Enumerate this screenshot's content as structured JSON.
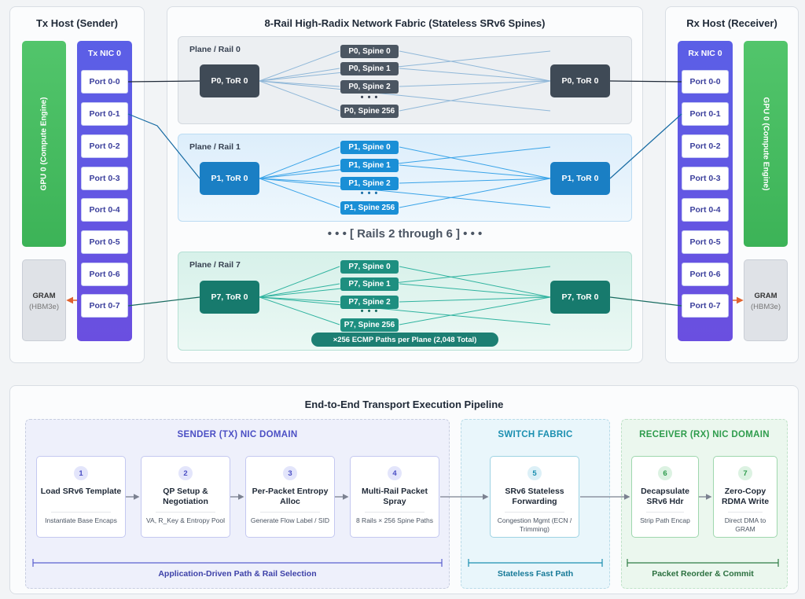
{
  "top": {
    "tx_title": "Tx Host (Sender)",
    "fabric_title": "8-Rail High-Radix Network Fabric (Stateless SRv6 Spines)",
    "rx_title": "Rx Host (Receiver)"
  },
  "tx": {
    "nic_title": "Tx NIC 0",
    "gpu_label": "GPU 0 (Compute Engine)",
    "gram_title": "GRAM",
    "gram_sub": "(HBM3e)",
    "ports": [
      "Port 0-0",
      "Port 0-1",
      "Port 0-2",
      "Port 0-3",
      "Port 0-4",
      "Port 0-5",
      "Port 0-6",
      "Port 0-7"
    ]
  },
  "rx": {
    "nic_title": "Rx NIC 0",
    "gpu_label": "GPU 0 (Compute Engine)",
    "gram_title": "GRAM",
    "gram_sub": "(HBM3e)",
    "ports": [
      "Port 0-0",
      "Port 0-1",
      "Port 0-2",
      "Port 0-3",
      "Port 0-4",
      "Port 0-5",
      "Port 0-6",
      "Port 0-7"
    ]
  },
  "planes": [
    {
      "label": "Plane / Rail 0",
      "tor_left": "P0, ToR 0",
      "tor_right": "P0, ToR 0",
      "spines": [
        "P0, Spine 0",
        "P0, Spine 1",
        "P0, Spine 2",
        "P0, Spine 256"
      ],
      "dots": "• • •"
    },
    {
      "label": "Plane / Rail 1",
      "tor_left": "P1, ToR 0",
      "tor_right": "P1, ToR 0",
      "spines": [
        "P1, Spine 0",
        "P1, Spine 1",
        "P1, Spine 2",
        "P1, Spine 256"
      ],
      "dots": "• • •"
    },
    {
      "label": "Plane / Rail 7",
      "tor_left": "P7, ToR 0",
      "tor_right": "P7, ToR 0",
      "spines": [
        "P7, Spine 0",
        "P7, Spine 1",
        "P7, Spine 2",
        "P7, Spine 256"
      ],
      "dots": "• • •"
    }
  ],
  "rails_middle": "• • • [ Rails 2 through 6 ] • • •",
  "ecmp_badge": "×256 ECMP Paths per Plane (2,048 Total)",
  "pipeline": {
    "title": "End-to-End Transport Execution Pipeline",
    "domains": {
      "sender": "SENDER (TX) NIC DOMAIN",
      "switch": "SWITCH FABRIC",
      "receiver": "RECEIVER (RX) NIC DOMAIN"
    },
    "steps": [
      {
        "num": "1",
        "title": "Load SRv6 Template",
        "sub": "Instantiate Base Encaps"
      },
      {
        "num": "2",
        "title": "QP Setup & Negotiation",
        "sub": "VA, R_Key & Entropy Pool"
      },
      {
        "num": "3",
        "title": "Per-Packet Entropy Alloc",
        "sub": "Generate Flow Label / SID"
      },
      {
        "num": "4",
        "title": "Multi-Rail Packet Spray",
        "sub": "8 Rails × 256 Spine Paths"
      },
      {
        "num": "5",
        "title": "SRv6 Stateless Forwarding",
        "sub": "Congestion Mgmt (ECN / Trimming)"
      },
      {
        "num": "6",
        "title": "Decapsulate SRv6 Hdr",
        "sub": "Strip Path Encap"
      },
      {
        "num": "7",
        "title": "Zero-Copy RDMA Write",
        "sub": "Direct DMA to GRAM"
      }
    ],
    "brace_labels": {
      "sender": "Application-Driven Path & Rail Selection",
      "switch": "Stateless Fast Path",
      "receiver": "Packet Reorder & Commit"
    }
  },
  "colors": {
    "plane0": "#3f4a56",
    "plane1": "#1a8fd6",
    "plane7": "#1e8f80",
    "nic": "#5b5fe6",
    "gpu": "#45bd60"
  }
}
